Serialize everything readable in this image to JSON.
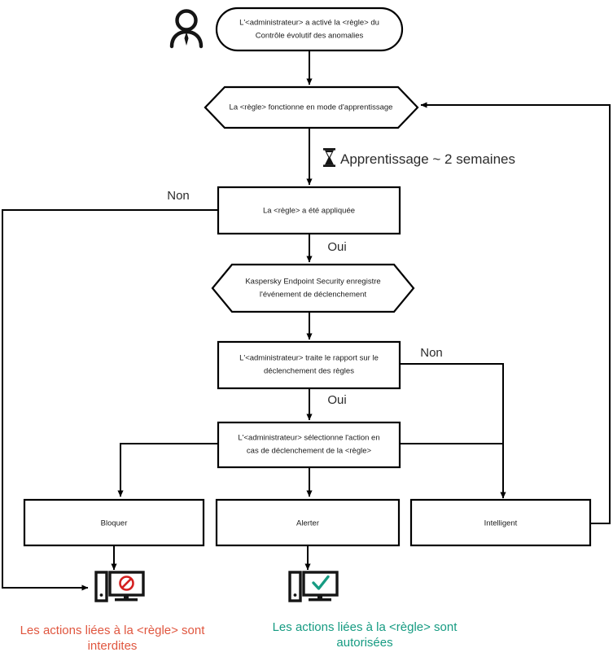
{
  "diagram": {
    "title": "Adaptive Anomaly Control rule flow",
    "colors": {
      "stroke": "#000000",
      "text": "#1a1a1a",
      "denied": "#e0563f",
      "allowed": "#169b82",
      "forbidden_sign": "#d42020",
      "check_mark": "#169b82"
    },
    "nodes": {
      "actor": {
        "icon": "person-icon"
      },
      "start": {
        "shape": "rounded-rectangle",
        "line1": "L'<administrateur> a activé la <règle> du",
        "line2": "Contrôle évolutif des anomalies"
      },
      "learning_mode": {
        "shape": "hexagon",
        "line1": "La <règle> fonctionne en mode d'apprentissage"
      },
      "rule_applied": {
        "shape": "rectangle",
        "line1": "La <règle> a été appliquée"
      },
      "kes_logs": {
        "shape": "hexagon",
        "line1": "Kaspersky Endpoint Security enregistre",
        "line2": "l'événement de déclenchement"
      },
      "admin_report": {
        "shape": "rectangle",
        "line1": "L'<administrateur> traite le rapport sur le",
        "line2": "déclenchement des règles"
      },
      "admin_selects": {
        "shape": "rectangle",
        "line1": "L'<administrateur> sélectionne l'action en",
        "line2": "cas de déclenchement de la <règle>"
      },
      "block": {
        "shape": "rectangle",
        "line1": "Bloquer"
      },
      "alert": {
        "shape": "rectangle",
        "line1": "Alerter"
      },
      "smart": {
        "shape": "rectangle",
        "line1": "Intelligent"
      }
    },
    "edge_labels": {
      "learning_timer": "Apprentissage ~ 2 semaines",
      "timer_icon": "hourglass-icon",
      "applied_no": "Non",
      "applied_yes": "Oui",
      "report_no": "Non",
      "report_yes": "Oui"
    },
    "outcomes": {
      "denied": {
        "icon": "monitor-forbidden-icon",
        "line1": "Les actions liées à la <règle> sont",
        "line2": "interdites"
      },
      "allowed": {
        "icon": "monitor-check-icon",
        "line1": "Les actions liées à la <règle> sont",
        "line2": "autorisées"
      }
    }
  }
}
